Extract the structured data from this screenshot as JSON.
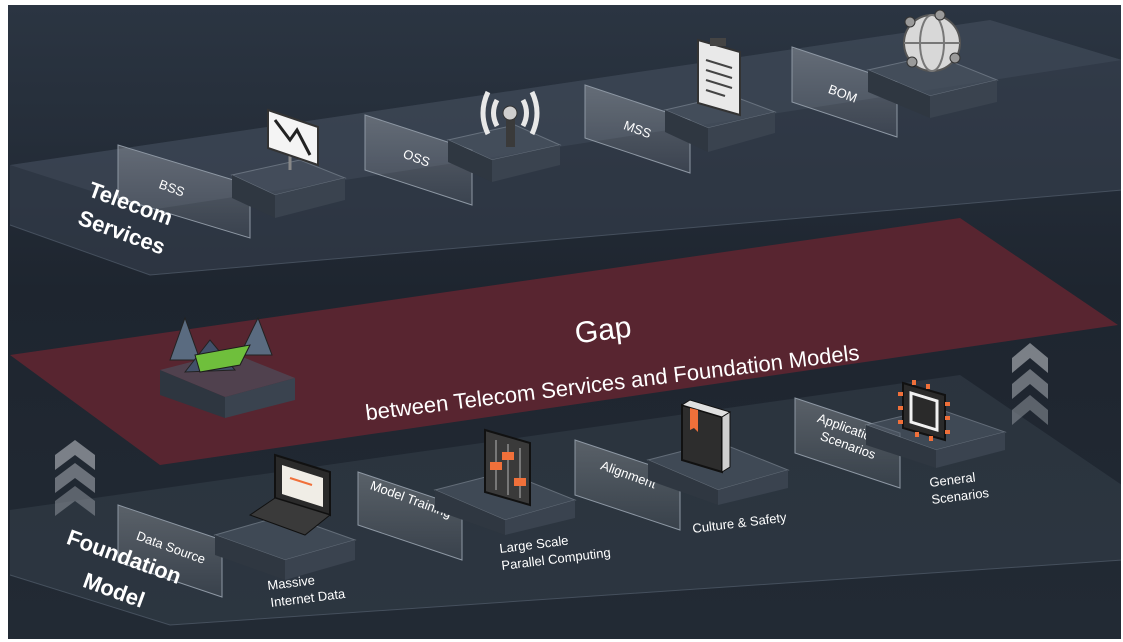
{
  "telecom": {
    "title_line1": "Telecom",
    "title_line2": "Services",
    "panels": [
      {
        "label": "BSS",
        "icon": "chart-board-icon"
      },
      {
        "label": "OSS",
        "icon": "antenna-icon"
      },
      {
        "label": "MSS",
        "icon": "clipboard-icon"
      },
      {
        "label": "BOM",
        "icon": "globe-network-icon"
      }
    ]
  },
  "gap": {
    "title": "Gap",
    "subtitle": "between Telecom Services and Foundation Models",
    "color": "#5c2530",
    "icon": "mountain-bridge-icon"
  },
  "foundation": {
    "title_line1": "Foundation",
    "title_line2": "Model",
    "panels": [
      {
        "label": "Data Source",
        "caption_line1": "Massive",
        "caption_line2": "Internet Data",
        "icon": "laptop-icon"
      },
      {
        "label": "Model Training",
        "caption_line1": "Large Scale",
        "caption_line2": "Parallel Computing",
        "icon": "slider-board-icon"
      },
      {
        "label": "Alignment",
        "caption_line1": "Culture & Safety",
        "caption_line2": "",
        "icon": "book-icon"
      },
      {
        "label_line1": "Application",
        "label_line2": "Scenarios",
        "caption_line1": "General",
        "caption_line2": "Scenarios",
        "icon": "chip-icon"
      }
    ]
  },
  "colors": {
    "accent": "#f0703a",
    "text": "#ffffff",
    "background": "#232b35"
  },
  "decor": {
    "up_arrows": "chevron-up-icon"
  }
}
